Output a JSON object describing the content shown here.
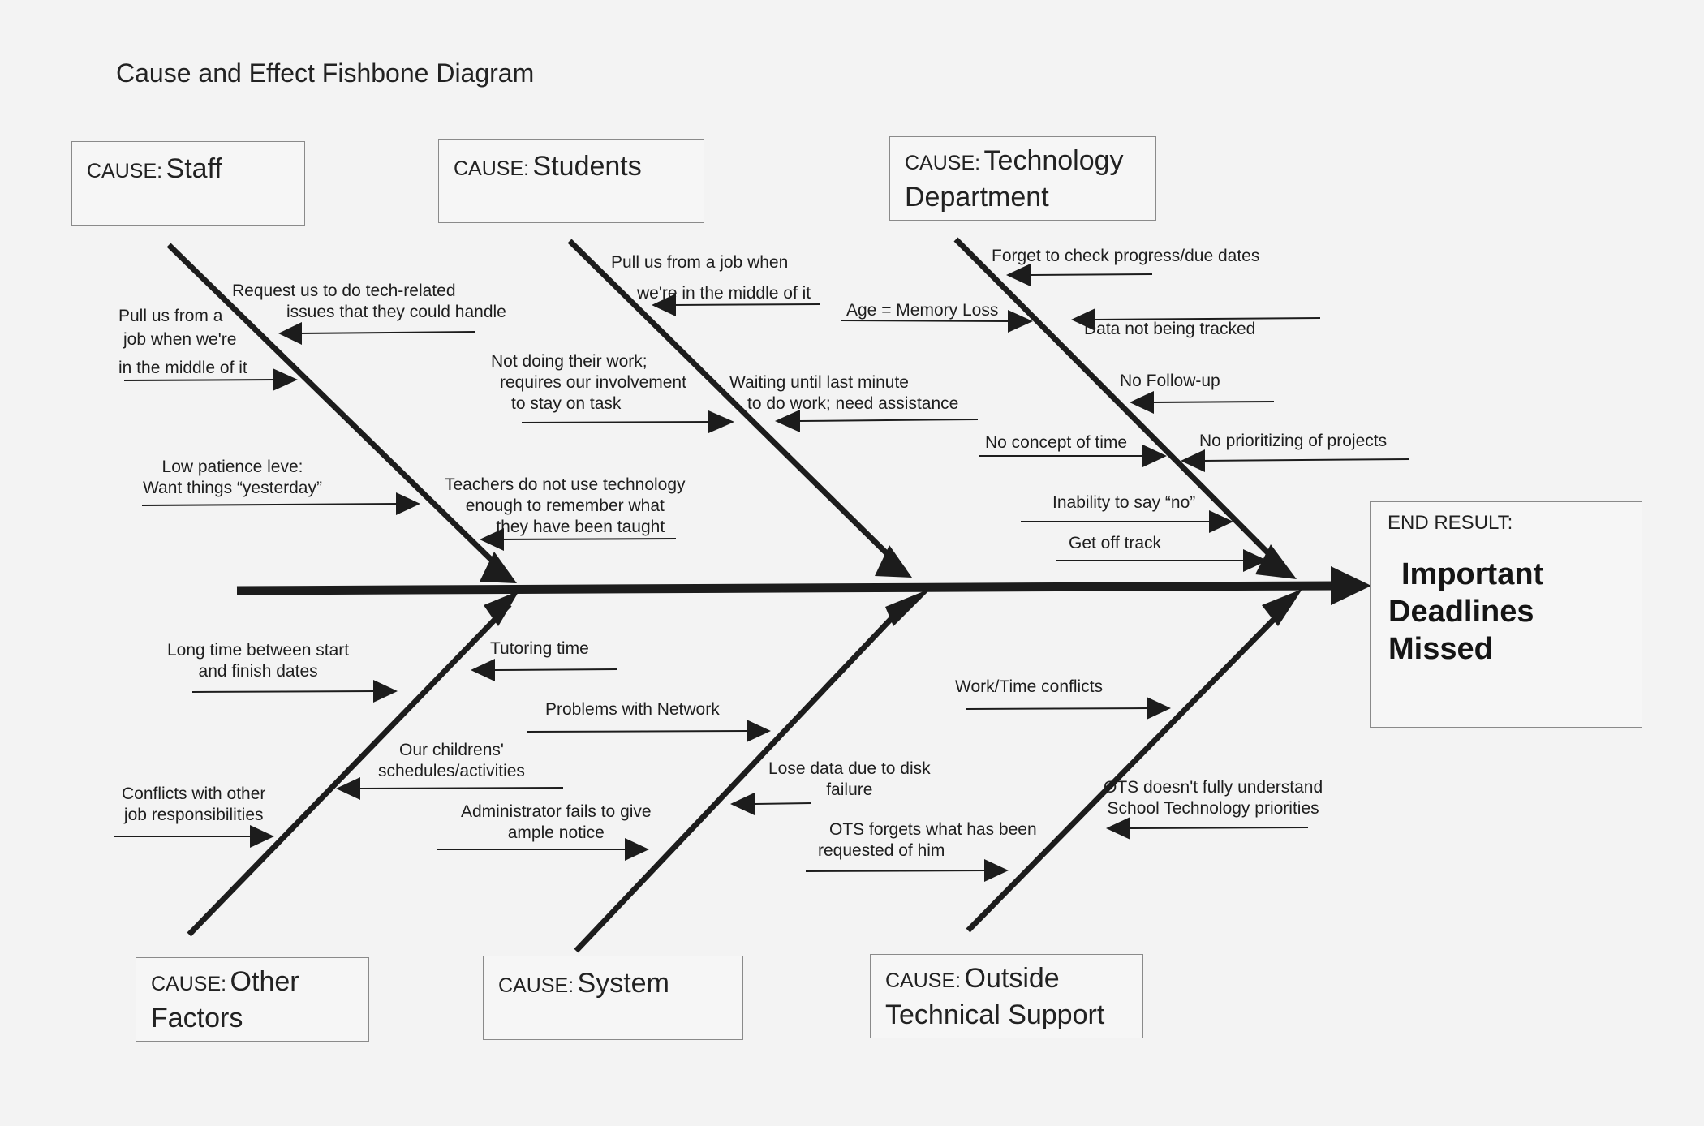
{
  "title": "Cause and Effect Fishbone Diagram",
  "causes": {
    "staff": {
      "keyword": "CAUSE:",
      "name": "Staff"
    },
    "students": {
      "keyword": "CAUSE:",
      "name": "Students"
    },
    "technology": {
      "keyword": "CAUSE:",
      "name_line1": "Technology",
      "name_line2": "Department"
    },
    "other": {
      "keyword": "CAUSE:",
      "name_line1": "Other",
      "name_line2": "Factors"
    },
    "system": {
      "keyword": "CAUSE:",
      "name": "System"
    },
    "outside": {
      "keyword": "CAUSE:",
      "name_line1": "Outside",
      "name_line2": "Technical Support"
    }
  },
  "result": {
    "keyword": "END RESULT:",
    "line1": "Important",
    "line2": "Deadlines",
    "line3": "Missed"
  },
  "staff_items": {
    "request_1": "Request us to do tech-related",
    "request_2": "issues that they could handle",
    "pull_1": "Pull us from a",
    "pull_2": "job when we're",
    "pull_3": "in the middle of it",
    "patience_1": "Low patience leve:",
    "patience_2": "Want things “yesterday”"
  },
  "students_items": {
    "pull_1": "Pull us from a job when",
    "pull_2": "we're in the middle of it",
    "notdoing_1": "Not doing their work;",
    "notdoing_2": "requires our involvement",
    "notdoing_3": "to stay on task",
    "waiting_1": "Waiting until last minute",
    "waiting_2": "to do work; need assistance",
    "teachers_1": "Teachers do not use technology",
    "teachers_2": "enough to remember what",
    "teachers_3": "they have been taught"
  },
  "technology_items": {
    "forget": "Forget to check progress/due dates",
    "age": "Age = Memory Loss",
    "data": "Data not being tracked",
    "followup": "No Follow-up",
    "time": "No concept of time",
    "prioritizing": "No prioritizing of projects",
    "inability": "Inability to say “no”",
    "offtrack": "Get off track"
  },
  "other_items": {
    "longtime_1": "Long time between start",
    "longtime_2": "and finish dates",
    "children_1": "Our childrens'",
    "children_2": "schedules/activities",
    "conflicts_1": "Conflicts with other",
    "conflicts_2": "job responsibilities"
  },
  "system_items": {
    "tutoring": "Tutoring time",
    "network": "Problems with Network",
    "admin_1": "Administrator fails to give",
    "admin_2": "ample  notice",
    "disk_1": "Lose data due to disk",
    "disk_2": "failure"
  },
  "outside_items": {
    "worktime": "Work/Time conflicts",
    "ots_1": "OTS doesn't  fully understand",
    "ots_2": "School Technology priorities",
    "forgets_1": "OTS forgets what has been",
    "forgets_2": "requested of him"
  },
  "colors": {
    "line": "#1c1c1c",
    "box_border": "#8a8a8a",
    "background": "#f3f3f3"
  }
}
